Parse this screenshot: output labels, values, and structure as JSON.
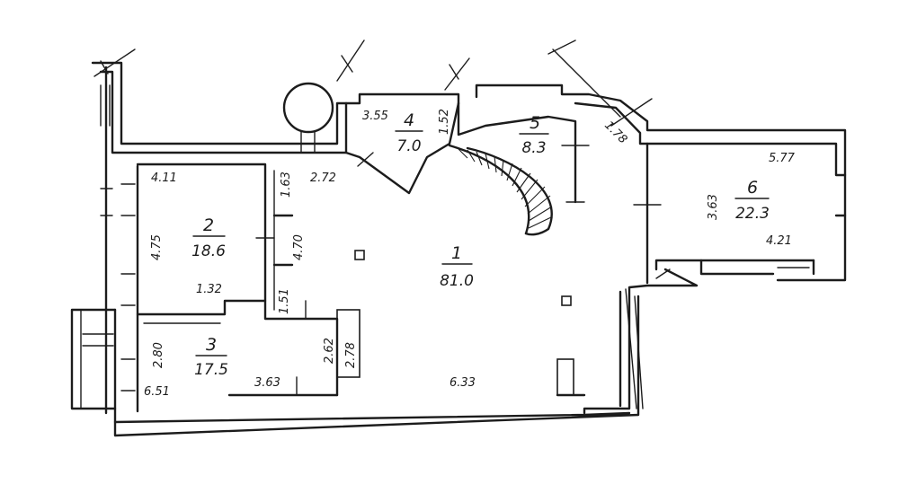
{
  "rooms": [
    {
      "number": "1",
      "area": "81.0"
    },
    {
      "number": "2",
      "area": "18.6"
    },
    {
      "number": "3",
      "area": "17.5"
    },
    {
      "number": "4",
      "area": "7.0"
    },
    {
      "number": "5",
      "area": "8.3"
    },
    {
      "number": "6",
      "area": "22.3"
    }
  ],
  "dimensions": {
    "r4_w": "3.55",
    "r4_d": "1.52",
    "corridor_w": "2.72",
    "r2_top": "4.11",
    "r2_left": "4.75",
    "r2_right": "4.70",
    "r2_door_a": "1.63",
    "r2_bottom": "1.32",
    "r2_door_b": "1.51",
    "r3_left": "2.80",
    "r3_right": "2.62",
    "col_h": "2.78",
    "r3_bottom_left": "6.51",
    "r3_bottom": "3.63",
    "r1_bottom": "6.33",
    "r5_diag": "1.78",
    "r6_top": "5.77",
    "r6_left": "3.63",
    "r6_bottom": "4.21"
  }
}
